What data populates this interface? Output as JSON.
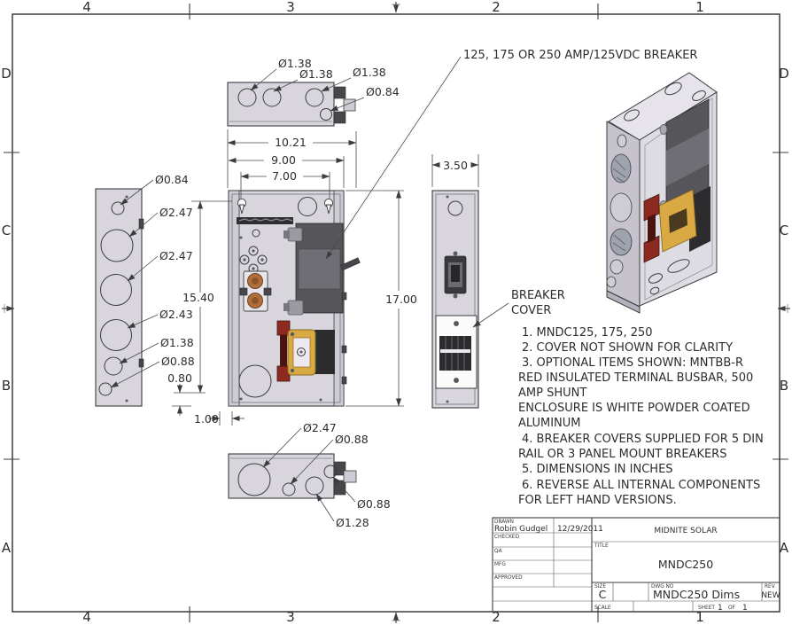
{
  "border": {
    "zone_cols": [
      "4",
      "3",
      "2",
      "1"
    ],
    "zone_rows": [
      "D",
      "C",
      "B",
      "A"
    ]
  },
  "callouts": {
    "breaker": "125, 175 OR 250 AMP/125VDC BREAKER",
    "breaker_cover_line1": "BREAKER",
    "breaker_cover_line2": "COVER"
  },
  "dims": {
    "top_holes": [
      "Ø1.38",
      "Ø1.38",
      "Ø1.38",
      "Ø0.84"
    ],
    "w1": "10.21",
    "w2": "9.00",
    "w3": "7.00",
    "front_h": "17.00",
    "left_holes": [
      "Ø0.84",
      "Ø2.47",
      "Ø2.47",
      "Ø2.43",
      "Ø1.38",
      "Ø0.88"
    ],
    "left_h": "15.40",
    "d080": "0.80",
    "d100": "1.00",
    "right_w": "3.50",
    "bottom_holes": [
      "Ø2.47",
      "Ø0.88",
      "Ø0.88",
      "Ø1.28"
    ]
  },
  "notes": {
    "lines": [
      "1. MNDC125, 175, 250",
      "2. COVER NOT SHOWN FOR CLARITY",
      "3. OPTIONAL ITEMS SHOWN: MNTBB-R",
      "RED INSULATED TERMINAL BUSBAR, 500",
      "AMP SHUNT",
      "ENCLOSURE IS WHITE POWDER COATED",
      "ALUMINUM",
      "4. BREAKER COVERS SUPPLIED FOR 5 DIN",
      "RAIL OR 3 PANEL MOUNT BREAKERS",
      "5. DIMENSIONS IN INCHES",
      "6. REVERSE ALL INTERNAL COMPONENTS",
      "FOR LEFT HAND VERSIONS."
    ]
  },
  "title_block": {
    "drawn_label": "DRAWN",
    "drawn_name": "Robin Gudgel",
    "drawn_date": "12/29/2011",
    "checked_label": "CHECKED",
    "qa_label": "QA",
    "mfg_label": "MFG",
    "approved_label": "APPROVED",
    "company": "MIDNITE SOLAR",
    "title_label": "TITLE",
    "title": "MNDC250",
    "size_label": "SIZE",
    "size": "C",
    "dwg_label": "DWG NO",
    "dwg_no": "MNDC250 Dims",
    "rev_label": "REV",
    "rev": "NEW",
    "scale_label": "SCALE",
    "sheet_label": "SHEET",
    "sheet_num": "1",
    "of_label": "OF",
    "sheet_total": "1"
  },
  "colors": {
    "enclosure": "#d8d5dc",
    "breaker_dark": "#55555a",
    "copper": "#b06f3a",
    "shunt_yellow": "#d9a943",
    "busbar_red": "#8c2a22",
    "cover_white": "#fbfbfc"
  }
}
